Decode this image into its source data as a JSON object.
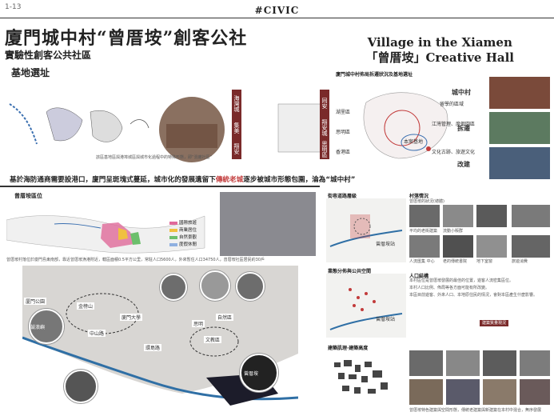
{
  "page": {
    "number": "1-13",
    "tag": "#CIVIC"
  },
  "title": {
    "cn": "廈門城中村“曾厝垵”創客公社",
    "cn_sub": "實驗性創客公共社區",
    "en_line1": "Village in the Xiamen",
    "en_line2": "「曾厝垵」Creative Hall"
  },
  "section_site": {
    "heading": "基地選址"
  },
  "siting_bars": [
    "海灣城",
    "集美",
    "翔安"
  ],
  "siting_bars2": [
    "同安",
    "翔安城",
    "思明區"
  ],
  "siting_caption": "該區基地區與港埠城區與城市化過程中的特殊形態，即“混雜社區”",
  "map_title": "廈門城中村佈局拆遷狀況及基地選址",
  "map_districts": [
    "湖里區",
    "思明區",
    "香港區"
  ],
  "map_labels": [
    "留學的區域",
    "江灣管理、度假園區",
    "文化古跡、旅遊文化",
    "本案基地"
  ],
  "stages": [
    {
      "label": "城中村",
      "color": "#7a4a3a"
    },
    {
      "label": "拆遷",
      "color": "#5c7a60"
    },
    {
      "label": "改建",
      "color": "#4a5f7a"
    }
  ],
  "intro": {
    "pre": "基於海防通商需要設港口，廈門呈斑塊式蔓延，城市化的發展遺留下",
    "highlight": "傳統老城",
    "post": "逐步被城市形態包圍，淪為“城中村”"
  },
  "location": {
    "heading": "曾厝垵區位",
    "caption": "曾厝垵村落位於廈門島東南部，靠近曾厝垵漁港附近，轄區面積0.5平方公里，常駐人口5600人，外來暫住人口34750人，曾厝垵社區居民約30戶"
  },
  "legend": [
    "國際旅遊",
    "商業居住",
    "自然景觀",
    "度假休閒"
  ],
  "bigmap_labels": [
    "厦門公園",
    "金榜山",
    "廈門大學",
    "中山路",
    "環島路",
    "文教區",
    "曾厝垵",
    "鼓浪嶼",
    "思明",
    "自然區"
  ],
  "right": {
    "h1": "街巷道路層級",
    "h1_label": "曾厝垵站",
    "h2": "村落情況",
    "h2_sub": "曾厝垵的狀況(總體)",
    "h2_photo_labels": [
      "平均的老街建築",
      "流動小販群",
      "人流匯集 中心",
      "老的傳統書院",
      "地下室窗",
      "旅遊消費"
    ],
    "h3": "業態分佈與公共空間",
    "h3_label": "曾厝垵站",
    "h4": "建築肌理·建築高度",
    "h5": "人口結構",
    "h5_notes": [
      "本村區位是曾厝垵發展的最佳的位置，遊客人流密集區位。",
      "本村人口比例、佈局等各方面可能有所改變。",
      "本區目前遊客、外來人口、本地原住民的情況，會對本區產生什麼影響。"
    ],
    "notes_tag": "建築質量現況",
    "footer": "曾厝垵特色建築與空間形態，傳統老建築與新建築在本村中混合，無序發展"
  }
}
